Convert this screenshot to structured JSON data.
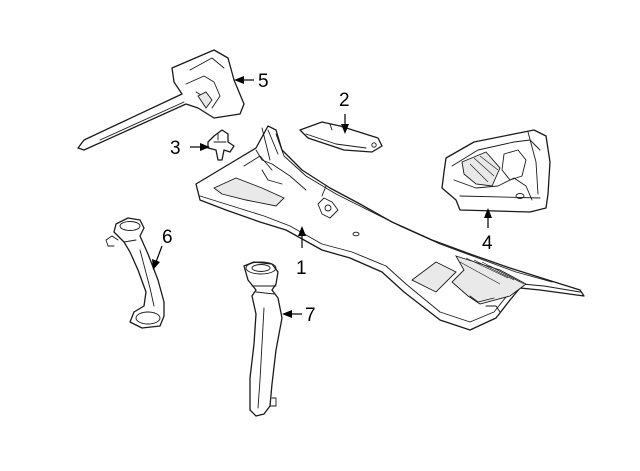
{
  "callouts": [
    {
      "id": "part-1",
      "label": "1"
    },
    {
      "id": "part-2",
      "label": "2"
    },
    {
      "id": "part-3",
      "label": "3"
    },
    {
      "id": "part-4",
      "label": "4"
    },
    {
      "id": "part-5",
      "label": "5"
    },
    {
      "id": "part-6",
      "label": "6"
    },
    {
      "id": "part-7",
      "label": "7"
    }
  ],
  "colors": {
    "line": "#1a1a1a",
    "background": "#ffffff"
  }
}
